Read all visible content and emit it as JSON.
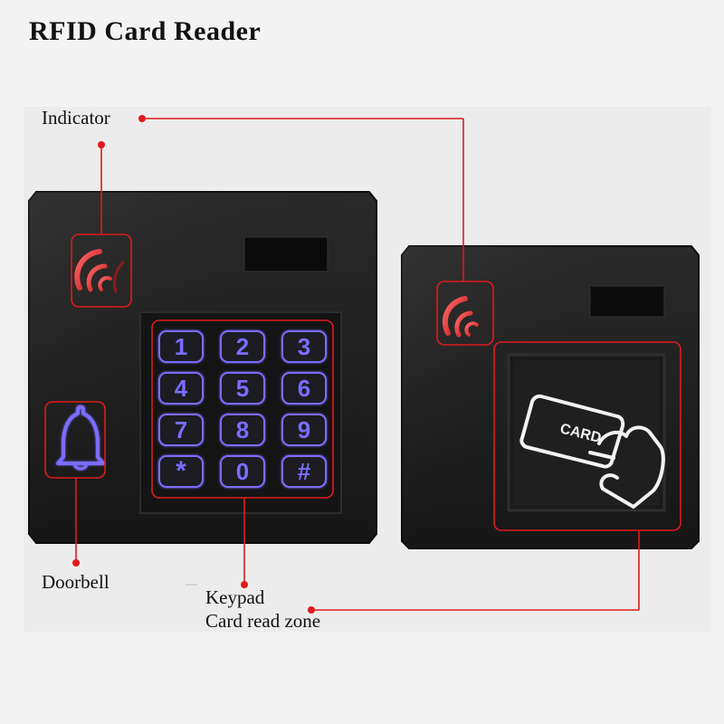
{
  "title": "RFID Card Reader",
  "labels": {
    "indicator": "Indicator",
    "doorbell": "Doorbell",
    "keypad": "Keypad",
    "card_zone": "Card read zone"
  },
  "keypad_keys": [
    "1",
    "2",
    "3",
    "4",
    "5",
    "6",
    "7",
    "8",
    "9",
    "*",
    "0",
    "#"
  ],
  "card_text": "CARD",
  "colors": {
    "callout": "#e01b1b",
    "device": "#1c1c1c",
    "key_glow": "#7b6cff",
    "indicator_red": "#e0242c"
  }
}
